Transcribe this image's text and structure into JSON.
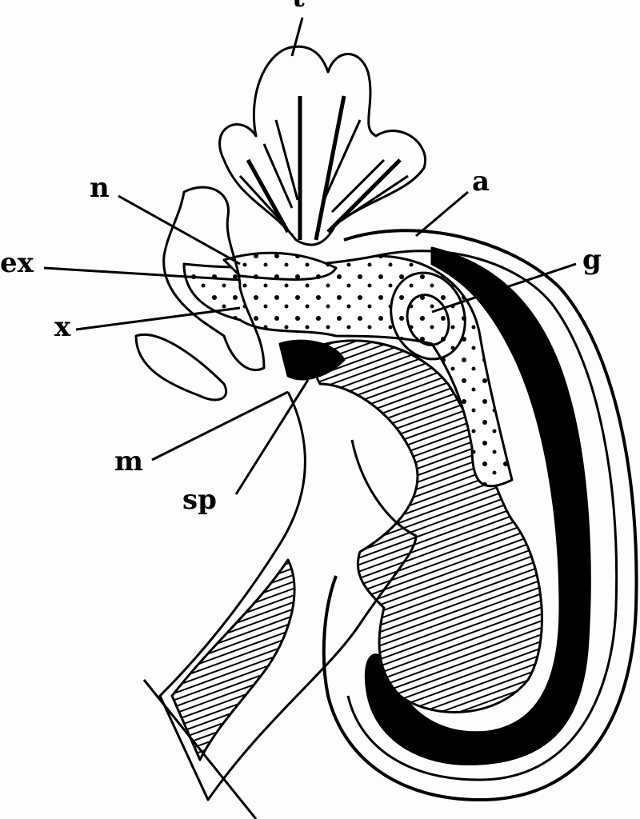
{
  "figure": {
    "labels": {
      "t": "t",
      "n": "n",
      "a": "a",
      "ex": "ex",
      "g": "g",
      "x": "x",
      "m": "m",
      "sp": "sp"
    },
    "colors": {
      "ink": "#000000",
      "paper": "#fdfdfd"
    }
  }
}
